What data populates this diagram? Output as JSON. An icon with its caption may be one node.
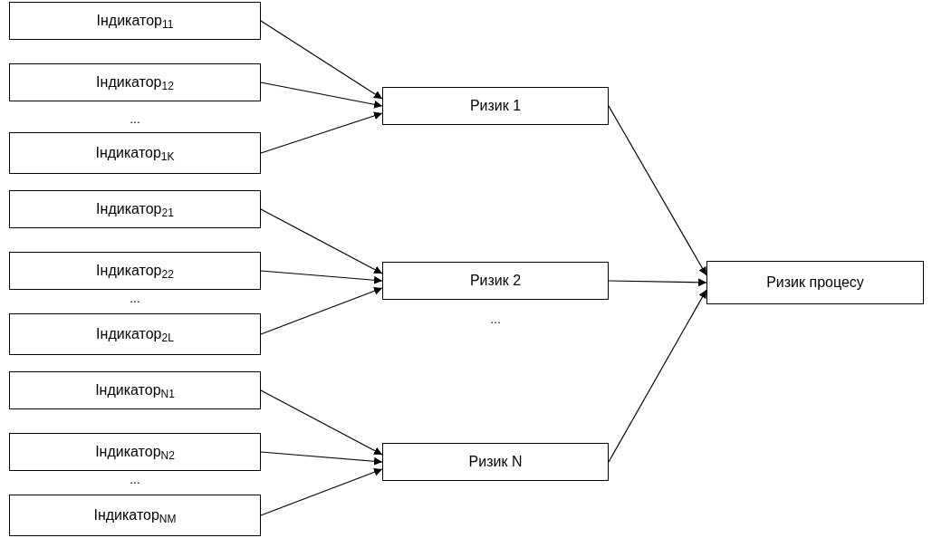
{
  "diagram": {
    "nodes": [
      {
        "text": [
          "Індикатор$_{11}$"
        ]
      },
      {
        "text": [
          "Індикатор$_{12}$"
        ]
      },
      {
        "text": [
          "Індикатор$_{1K}$"
        ]
      },
      {
        "text": [
          "Індикатор$_{21}$"
        ]
      },
      {
        "text": [
          "Індикатор$_{22}$"
        ]
      },
      {
        "text": [
          "Індикатор$_{2L}$"
        ]
      },
      {
        "text": [
          "Індикатор$_{N1}$"
        ]
      },
      {
        "text": [
          "Індикатор$_{N2}$"
        ]
      },
      {
        "text": [
          "Індикатор$_{NM}$"
        ]
      },
      {
        "text": [
          "Ризик 1"
        ]
      },
      {
        "text": [
          "Ризик 2"
        ]
      },
      {
        "text": [
          "Ризик N"
        ]
      },
      {
        "text": [
          "Ризик процесу"
        ]
      }
    ],
    "edges": [
      {
        "from": 0,
        "to": 9,
        "arrow": "to"
      },
      {
        "from": 1,
        "to": 9,
        "arrow": "to"
      },
      {
        "from": 2,
        "to": 9,
        "arrow": "to"
      },
      {
        "from": 3,
        "to": 10,
        "arrow": "to"
      },
      {
        "from": 4,
        "to": 10,
        "arrow": "to"
      },
      {
        "from": 5,
        "to": 10,
        "arrow": "to"
      },
      {
        "from": 6,
        "to": 11,
        "arrow": "to"
      },
      {
        "from": 7,
        "to": 11,
        "arrow": "to"
      },
      {
        "from": 8,
        "to": 11,
        "arrow": "to"
      },
      {
        "from": 9,
        "to": 12,
        "arrow": "to"
      },
      {
        "from": 10,
        "to": 12,
        "arrow": "to"
      },
      {
        "from": 11,
        "to": 12,
        "arrow": "to"
      }
    ],
    "labels": [
      "...",
      "...",
      "...",
      "..."
    ]
  }
}
